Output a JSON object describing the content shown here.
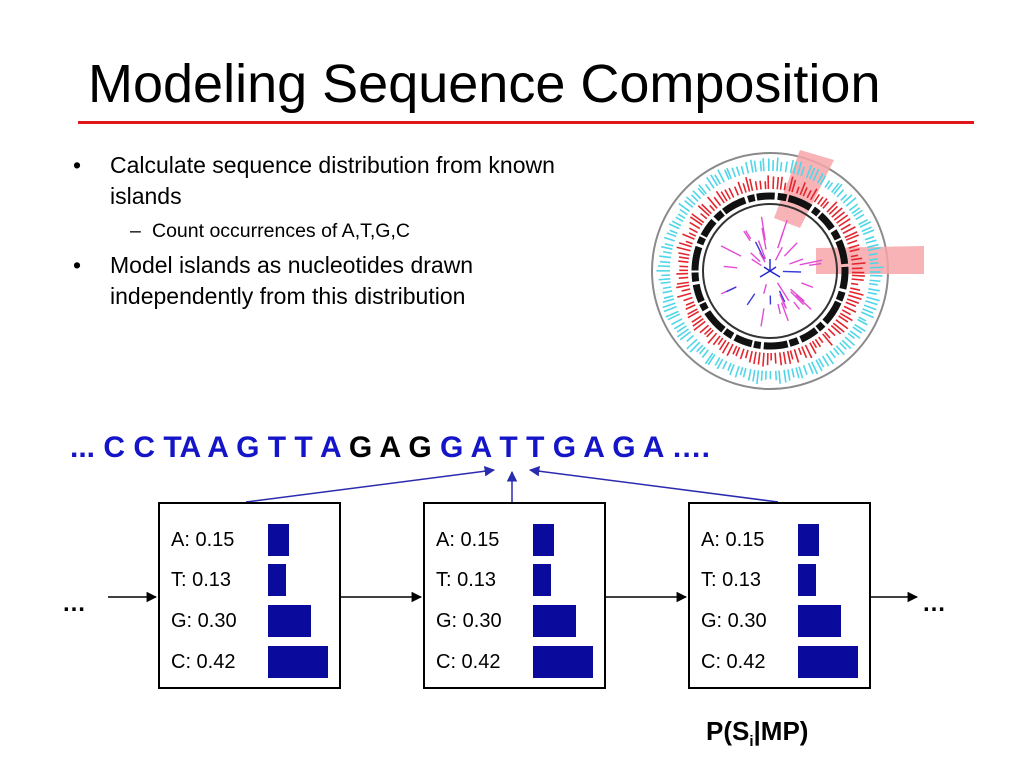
{
  "title": "Modeling Sequence Composition",
  "bullets": [
    {
      "text": "Calculate sequence distribution from known islands",
      "sub": [
        "Count occurrences of A,T,G,C"
      ]
    },
    {
      "text": "Model islands as nucleotides drawn independently from this distribution"
    }
  ],
  "sequence": {
    "before": "... C C TA A G T T A ",
    "highlight": "G A G",
    "after": " G A T T G A G A …."
  },
  "ellipsis_left": "…",
  "ellipsis_right": "…",
  "distributions": [
    {
      "rows": [
        {
          "label": "A: 0.15",
          "nucleotide": "A",
          "value": 0.15
        },
        {
          "label": "T: 0.13",
          "nucleotide": "T",
          "value": 0.13
        },
        {
          "label": "G: 0.30",
          "nucleotide": "G",
          "value": 0.3
        },
        {
          "label": "C: 0.42",
          "nucleotide": "C",
          "value": 0.42
        }
      ]
    },
    {
      "rows": [
        {
          "label": "A: 0.15",
          "nucleotide": "A",
          "value": 0.15
        },
        {
          "label": "T: 0.13",
          "nucleotide": "T",
          "value": 0.13
        },
        {
          "label": "G: 0.30",
          "nucleotide": "G",
          "value": 0.3
        },
        {
          "label": "C: 0.42",
          "nucleotide": "C",
          "value": 0.42
        }
      ]
    },
    {
      "rows": [
        {
          "label": "A: 0.15",
          "nucleotide": "A",
          "value": 0.15
        },
        {
          "label": "T: 0.13",
          "nucleotide": "T",
          "value": 0.13
        },
        {
          "label": "G: 0.30",
          "nucleotide": "G",
          "value": 0.3
        },
        {
          "label": "C: 0.42",
          "nucleotide": "C",
          "value": 0.42
        }
      ]
    }
  ],
  "formula": {
    "prefix": "P(S",
    "subscript": "i",
    "suffix": "|MP)"
  },
  "colors": {
    "title_rule": "#e0161b",
    "sequence": "#1414c8",
    "sequence_highlight": "#000000",
    "bar": "#0a0a9c",
    "arrow": "#2b2bb0"
  },
  "icons": {
    "genome_map": "circular-genome-map-icon"
  }
}
